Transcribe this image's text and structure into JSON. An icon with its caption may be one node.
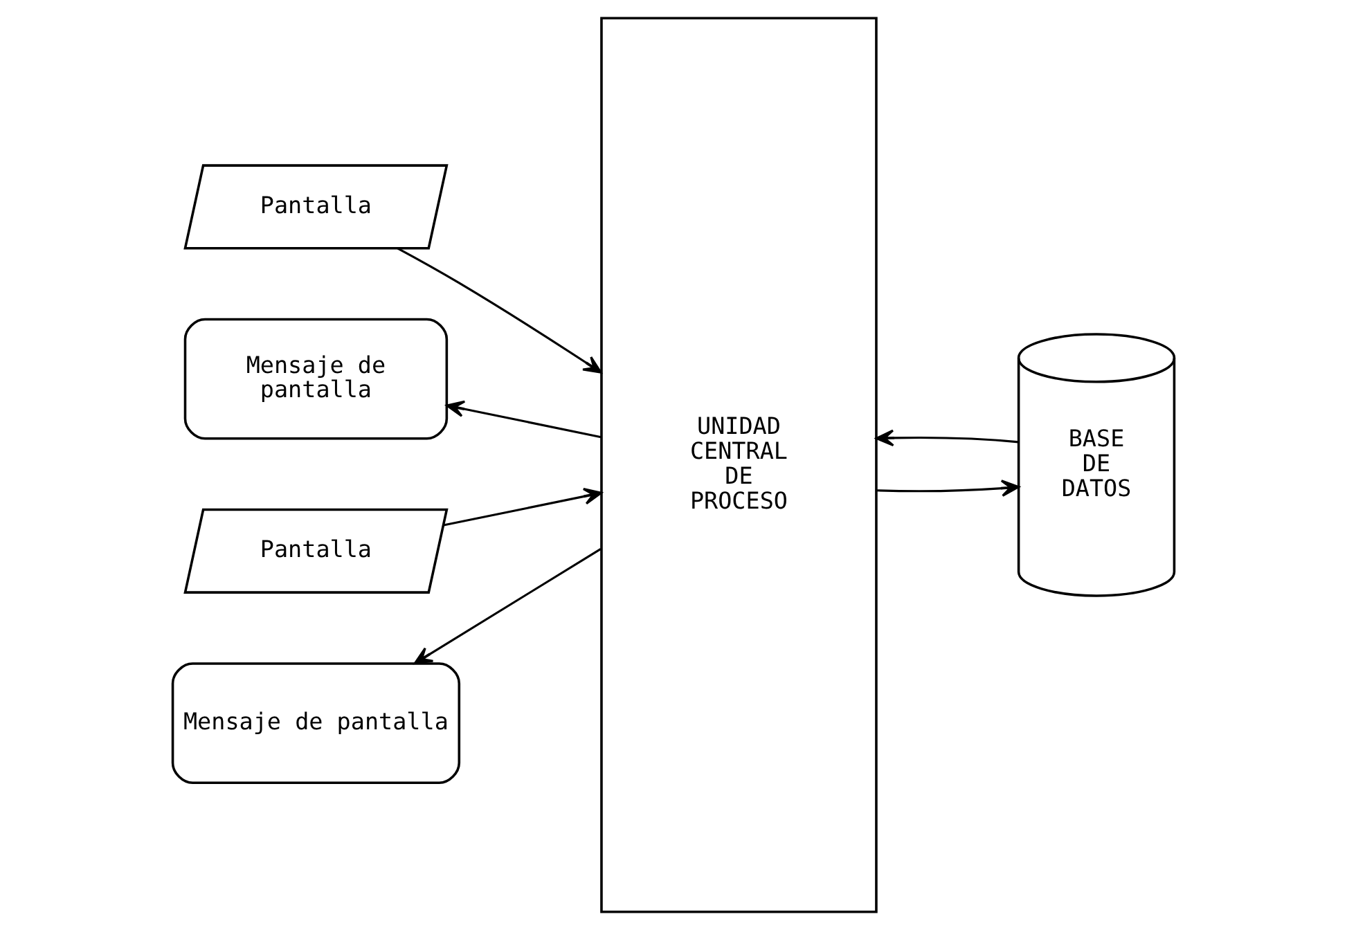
{
  "diagram": {
    "nodes": [
      {
        "text": [
          "Pantalla"
        ]
      },
      {
        "text": [
          "Mensaje de pantalla"
        ]
      },
      {
        "text": [
          "UNIDAD CENTRAL DE PROCESO"
        ]
      },
      {
        "text": [
          "Pantalla"
        ]
      },
      {
        "text": [
          "Mensaje de pantalla"
        ]
      },
      {
        "text": [
          "BASE DE DATOS"
        ]
      }
    ],
    "edges": [
      {
        "from": 0,
        "to": 2,
        "arrow": "to"
      },
      {
        "from": 2,
        "to": 1,
        "arrow": "to"
      },
      {
        "from": 3,
        "to": 2,
        "arrow": "to"
      },
      {
        "from": 2,
        "to": 4,
        "arrow": "to"
      },
      {
        "from": 2,
        "to": 5,
        "arrow": "to"
      },
      {
        "from": 5,
        "to": 2,
        "arrow": "to"
      }
    ]
  }
}
